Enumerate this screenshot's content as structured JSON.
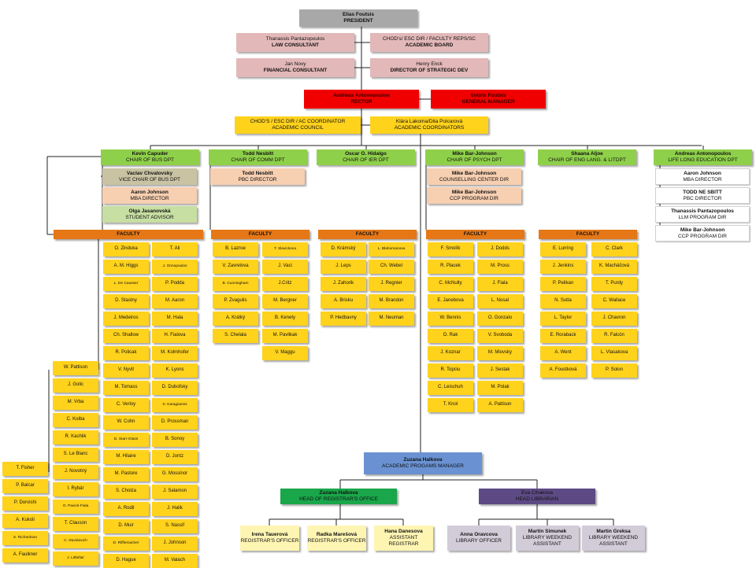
{
  "colors": {
    "president": "#a8a8a8",
    "consultant": "#e3b8b8",
    "rector": "#f00000",
    "coordinator": "#ffd21c",
    "chair": "#8fd04a",
    "faculty_header": "#e57716",
    "academic_programs": "#6a92d2",
    "registrar": "#1aa64a",
    "librarian": "#5d4a84"
  },
  "top": {
    "president": {
      "name": "Elias Foutsis",
      "title": "PRESIDENT"
    },
    "law": {
      "name": "Thanassis Pantazopoulos",
      "title": "LAW CONSULTANT"
    },
    "board": {
      "name": "CHOD's/ ESC DIR / FACULTY REPS/SC",
      "title": "ACADEMIC BOARD"
    },
    "financial": {
      "name": "Jan Novy",
      "title": "FINANCIAL CONSULTANT"
    },
    "strategic": {
      "name": "Henry Enck",
      "title": "DIRECTOR OF STRATEGIC DEV"
    },
    "rector": {
      "name": "Andreas Antonopoulos",
      "title": "RECTOR"
    },
    "gm": {
      "name": "Sotiris Foutsis",
      "title": "GENERAL MANAGER"
    },
    "council": {
      "name": "CHOD'S / ESC DIR / AC COORDINATOR",
      "title": "ACADEMIC COUNCIL"
    },
    "coordinators": {
      "name": "Klára Lakoma/Dita Polcarová",
      "title": "ACADEMIC COORDINATORS"
    }
  },
  "faculty_label": "FACULTY",
  "departments": [
    {
      "chair": {
        "name": "Kevin Capuder",
        "title": "CHAIR OF BUS DPT"
      },
      "subs": [
        {
          "name": "Vaclav Chvalovsky",
          "title": "VICE CHAIR OF BUS DPT"
        },
        {
          "name": "Aaron Johnson",
          "title": "MBA DIRECTOR"
        },
        {
          "name": "Olga Jasanovská",
          "title": "STUDENT ADVISOR"
        }
      ]
    },
    {
      "chair": {
        "name": "Todd Nesbitt",
        "title": "CHAIR OF COMM DPT"
      },
      "subs": [
        {
          "name": "Todd Nesbitt",
          "title": "PBC DIRECTOR"
        }
      ]
    },
    {
      "chair": {
        "name": "Oscar O. Hidalgo",
        "title": "CHAIR OF IER DPT"
      },
      "subs": []
    },
    {
      "chair": {
        "name": "Mike Bar-Johnson",
        "title": "CHAIR OF PSYCH DPT"
      },
      "subs": [
        {
          "name": "Mike Bar-Johnson",
          "title": "COUNSELLING CENTER DIR"
        },
        {
          "name": "Mike Bar-Johnson",
          "title": "CCP PROGRAM DIR"
        }
      ]
    },
    {
      "chair": {
        "name": "Shaana Aljoe",
        "title": "CHAIR OF ENG LANG. & LITDPT"
      },
      "subs": []
    },
    {
      "chair": {
        "name": "Andreas Antonopoulos",
        "title": "LIFE LONG EDUCATION DPT"
      },
      "subs": [
        {
          "name": "Aaron Johnson",
          "title": "MBA DIRECTOR"
        },
        {
          "name": "TODD NE SBITT",
          "title": "PBC DIRECTOR"
        },
        {
          "name": "Thanassis Pantazopoulos",
          "title": "LLM PROGRAM DIR"
        },
        {
          "name": "Mike Bar-Johnson",
          "title": "CCP PROGRAM DIR"
        }
      ]
    }
  ],
  "faculty": {
    "bus_right": [
      [
        "O. Zinduka",
        "T. Ali"
      ],
      [
        "A. M. Higgs",
        "J. Onnopoulos"
      ],
      [
        "L. De Causser",
        "P. Podda"
      ],
      [
        "D. Stastny",
        "M. Aaron"
      ],
      [
        "J. Medeiros",
        "M. Hala"
      ],
      [
        "Ch. Shallow",
        "H. Fialova"
      ],
      [
        "R. Policak",
        "M. Kolmhofer"
      ],
      [
        "V. Nyvlt",
        "K. Lyons"
      ],
      [
        "M. Tomass",
        "D. Dubofsky"
      ],
      [
        "C. Verloy",
        "S. Karagiannis"
      ],
      [
        "W. Cohn",
        "D. Prossman"
      ],
      [
        "D. Starr-Glass",
        "B. Sonoy"
      ],
      [
        "M. Hilaire",
        "D. Jontz"
      ],
      [
        "M. Pastore",
        "G. Mossinor"
      ],
      [
        "S. Cholza",
        "J. Salamon"
      ],
      [
        "A. Rodil",
        "J. Halik"
      ],
      [
        "D. Muir",
        "S. Nassif"
      ],
      [
        "D. Rifflemacher",
        "J. Johnson"
      ],
      [
        "D. Hague",
        "M. Valach"
      ]
    ],
    "bus_mid": [
      "W. Pattison",
      "J. Golic",
      "M. Vrba",
      "C. Kolba",
      "R. Kachlik",
      "S. Le Blanc",
      "J. Novotný",
      "I. Rybár",
      "O. Pavick-Fiala",
      "T. Clauson",
      "C. Davidovich",
      "J. Littlefair"
    ],
    "bus_left": [
      "T. Fisher",
      "P. Balcar",
      "P. Dorvishi",
      "A. Kukoli",
      "S. Richardson",
      "A. Faulkner"
    ],
    "comm": [
      [
        "B. Lazroe",
        "T. Slavickova"
      ],
      [
        "V. Zavrelova",
        "J. Vaci"
      ],
      [
        "B. Cunningham",
        "J.Critz"
      ],
      [
        "P. Zvagulis",
        "M. Bergner"
      ],
      [
        "A. Krátký",
        "B. Kenety"
      ],
      [
        "S. Chelala",
        "M. Pavlikak"
      ],
      [
        "",
        "V. Maggu"
      ]
    ],
    "ier": [
      [
        "D. Krámský",
        "L. Blahomanova"
      ],
      [
        "J. Leps",
        "Ch. Webel"
      ],
      [
        "J. Zahorik",
        "J. Regnier"
      ],
      [
        "A. Brisku",
        "M. Brandon"
      ],
      [
        "P. Hedbavny",
        "M. Neuman"
      ]
    ],
    "psych": [
      [
        "F. Smolík",
        "J. Dodds"
      ],
      [
        "R. Placek",
        "M. Pross"
      ],
      [
        "C. McNulty",
        "J. Fiala"
      ],
      [
        "E. Janebova",
        "L. Nosal"
      ],
      [
        "W. Bennis",
        "O. Gonzalo"
      ],
      [
        "O. Rak",
        "V. Svoboda"
      ],
      [
        "J. Koznar",
        "M. Miovsky"
      ],
      [
        "R. Topciu",
        "J. Sestak"
      ],
      [
        "C. Leischuh",
        "M. Polak"
      ],
      [
        "T. Knol",
        "A. Pattison"
      ]
    ],
    "eng": [
      [
        "E. Lurring",
        "C. Clark"
      ],
      [
        "J. Jenkins",
        "K. Macháčová"
      ],
      [
        "P. Pelikan",
        "T. Purdy"
      ],
      [
        "N. Sutta",
        "C. Wallace"
      ],
      [
        "L. Taylor",
        "J. Chavron"
      ],
      [
        "E. Roraback",
        "R. Falcón"
      ],
      [
        "A. Went",
        "L. Vlasakova"
      ],
      [
        "A. Foustková",
        "P. Solon"
      ]
    ]
  },
  "bottom": {
    "programs": {
      "name": "Zuzana Halkova",
      "title": "ACADEMIC PROGAMS MANAGER"
    },
    "registrar": {
      "name": "Zuzana Halkova",
      "title": "HEAD OF REGISTRAR'S OFFICE"
    },
    "librarian": {
      "name": "Eva Cihakova",
      "title": "HEAD LIBRARIAN"
    },
    "reg_staff": [
      {
        "name": "Irena Tauerová",
        "title": "REGISTRAR'S OFFICER"
      },
      {
        "name": "Radka Marešová",
        "title": "REGISTRAR'S OFFICER"
      },
      {
        "name": "Hana Danesova",
        "title": "ASSISTANT REGISTRAR"
      }
    ],
    "lib_staff": [
      {
        "name": "Anna Oravcova",
        "title": "LIBRARY OFFICER"
      },
      {
        "name": "Martin Simunek",
        "title": "LIBRARY WEEKEND ASSISTANT"
      },
      {
        "name": "Martin Greksa",
        "title": "LIBRARY WEEKEND ASSISTANT"
      }
    ]
  }
}
